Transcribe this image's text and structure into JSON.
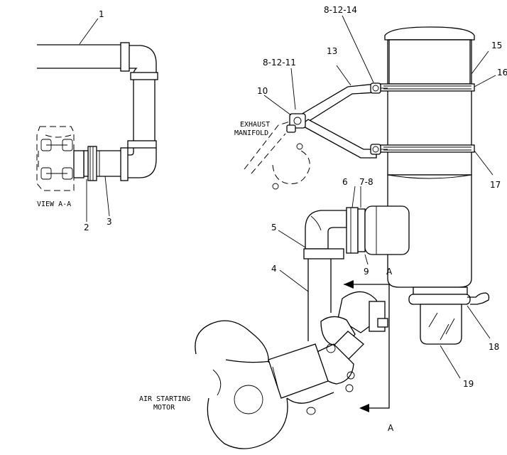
{
  "labels": {
    "view": "VIEW A-A",
    "exhaust_line1": "EXHAUST",
    "exhaust_line2": "MANIFOLD",
    "motor_line1": "AIR STARTING",
    "motor_line2": "MOTOR",
    "section_upper": "A",
    "section_lower": "A"
  },
  "callouts": {
    "c1": "1",
    "c2": "2",
    "c3": "3",
    "c4": "4",
    "c5": "5",
    "c6": "6",
    "c7_8": "7-8",
    "c8_12_11": "8-12-11",
    "c8_12_14": "8-12-14",
    "c9": "9",
    "c10": "10",
    "c13": "13",
    "c15": "15",
    "c16": "16",
    "c17": "17",
    "c18": "18",
    "c19": "19"
  }
}
